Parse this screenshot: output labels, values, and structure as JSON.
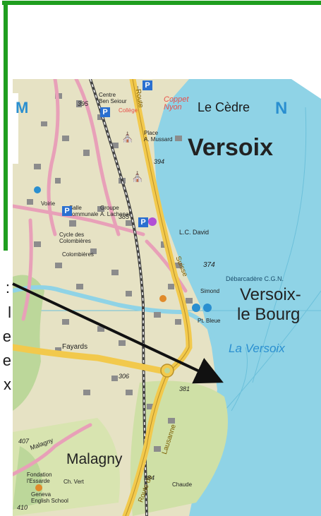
{
  "caption": {
    "lines": [
      ":",
      "l",
      "e",
      "e",
      "x"
    ]
  },
  "map": {
    "compass_label": "N",
    "compass_label_left": "M",
    "place_labels": {
      "versoix": "Versoix",
      "le_cedre": "Le Cèdre",
      "versoix_le_bourg_1": "Versoix-",
      "versoix_le_bourg_2": "le Bourg",
      "la_versoix": "La Versoix",
      "malagny": "Malagny",
      "debarcadere": "Débarcadère C.G.N.",
      "lc_david": "L.C. David",
      "centre_ben_seiour": "Centre\nBen Seiour",
      "college": "Collège",
      "coppet_nyon": "Coppet\nNyon",
      "place_mussard": "Place\nA. Mussard",
      "fayards": "Fayards",
      "malagny_road": "Malagny",
      "fondation_essarde": "Fondation\nl'Essarde",
      "geneva_english_school": "Geneva\nEnglish School",
      "ch_vert": "Ch. Vert",
      "lausanne": "Lausanne",
      "suisse": "Suisse",
      "route": "Route",
      "route_de": "Route de",
      "voirie": "Voirie",
      "salle_communale": "Salle\ncommunale",
      "groupe_lachenal": "Groupe\nA. Lachenal",
      "cycle_colombieres": "Cycle des\nColombières",
      "colombieres": "Colombières",
      "pt_bleue": "Pt. Bleue",
      "st_simond": "Simond",
      "chaude": "Chaude"
    },
    "elevations": [
      "395",
      "394",
      "385",
      "374",
      "306",
      "381",
      "407",
      "410",
      "384"
    ],
    "parking_symbol": "P",
    "colors": {
      "lake": "#8fd3e6",
      "land": "#e6e2c4",
      "forest": "#bcd79a",
      "road_main": "#f2c94c",
      "road_pink": "#e8a0b8",
      "arrow": "#111111",
      "border": "#1f9e1f",
      "label_red": "#e8504a"
    }
  }
}
